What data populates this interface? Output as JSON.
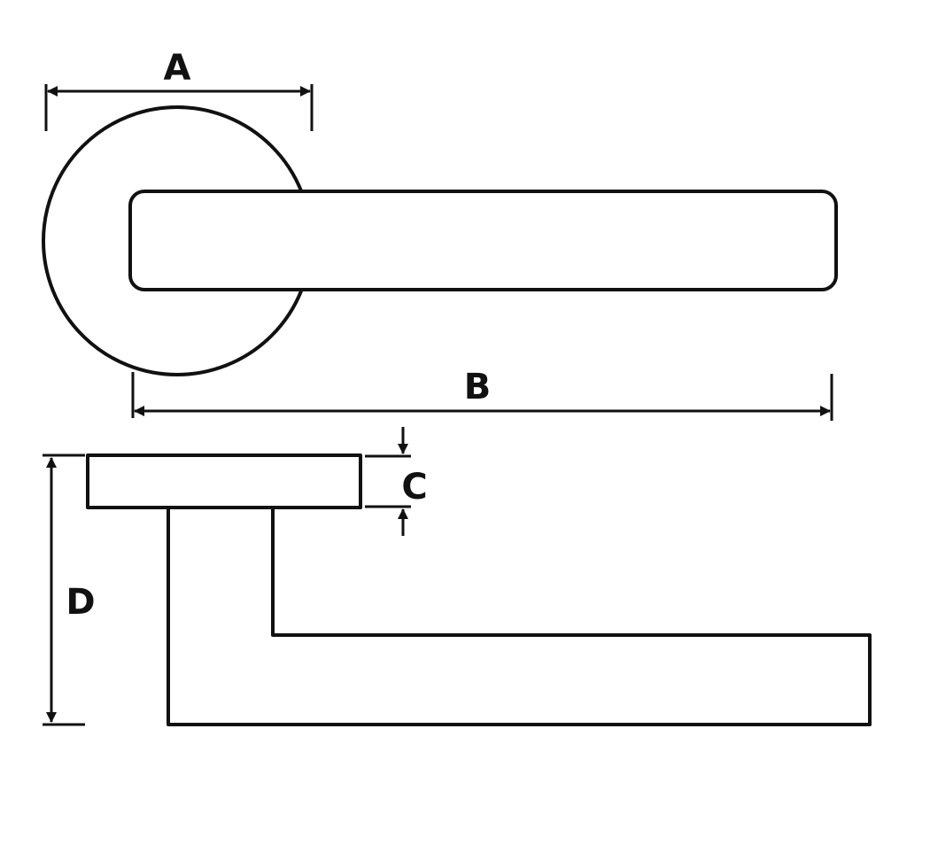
{
  "diagram": {
    "labels": {
      "a": "A",
      "b": "B",
      "c": "C",
      "d": "D"
    },
    "colors": {
      "line": "#111111",
      "background": "#ffffff"
    }
  }
}
